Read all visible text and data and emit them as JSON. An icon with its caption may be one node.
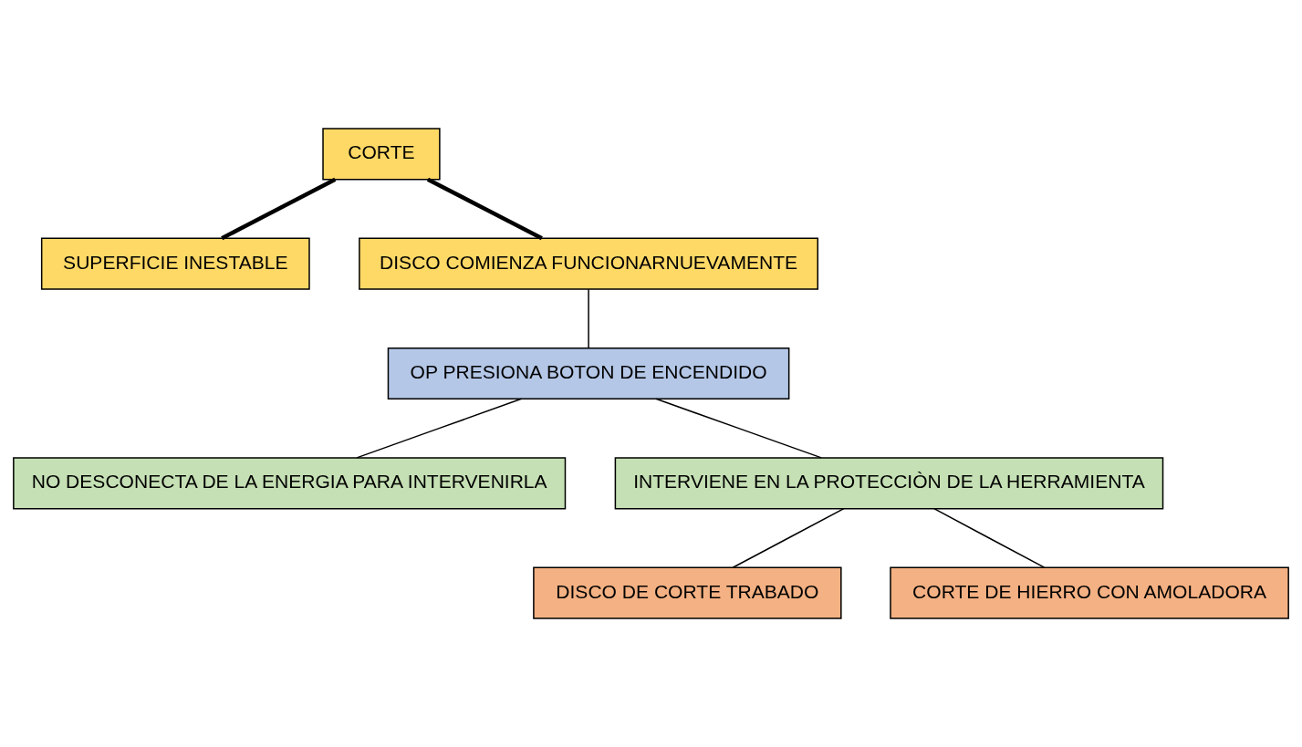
{
  "diagram": {
    "nodes": [
      {
        "text": [
          "CORTE"
        ]
      },
      {
        "text": [
          "SUPERFICIE INESTABLE"
        ]
      },
      {
        "text": [
          "DISCO COMIENZA FUNCIONARNUEVAMENTE"
        ]
      },
      {
        "text": [
          "OP PRESIONA BOTON DE ENCENDIDO"
        ]
      },
      {
        "text": [
          "NO DESCONECTA DE LA ENERGIA PARA INTERVENIRLA"
        ]
      },
      {
        "text": [
          "INTERVIENE EN LA PROTECCIÒN DE LA HERRAMIENTA"
        ]
      },
      {
        "text": [
          "DISCO DE CORTE TRABADO"
        ]
      },
      {
        "text": [
          "CORTE DE HIERRO CON AMOLADORA"
        ]
      }
    ],
    "edges": [
      {
        "from": 0,
        "to": 1,
        "arrow": "none",
        "style": "thick"
      },
      {
        "from": 0,
        "to": 2,
        "arrow": "none",
        "style": "thick"
      },
      {
        "from": 2,
        "to": 3,
        "arrow": "none"
      },
      {
        "from": 3,
        "to": 4,
        "arrow": "none"
      },
      {
        "from": 3,
        "to": 5,
        "arrow": "none"
      },
      {
        "from": 5,
        "to": 6,
        "arrow": "none"
      },
      {
        "from": 5,
        "to": 7,
        "arrow": "none"
      }
    ]
  }
}
